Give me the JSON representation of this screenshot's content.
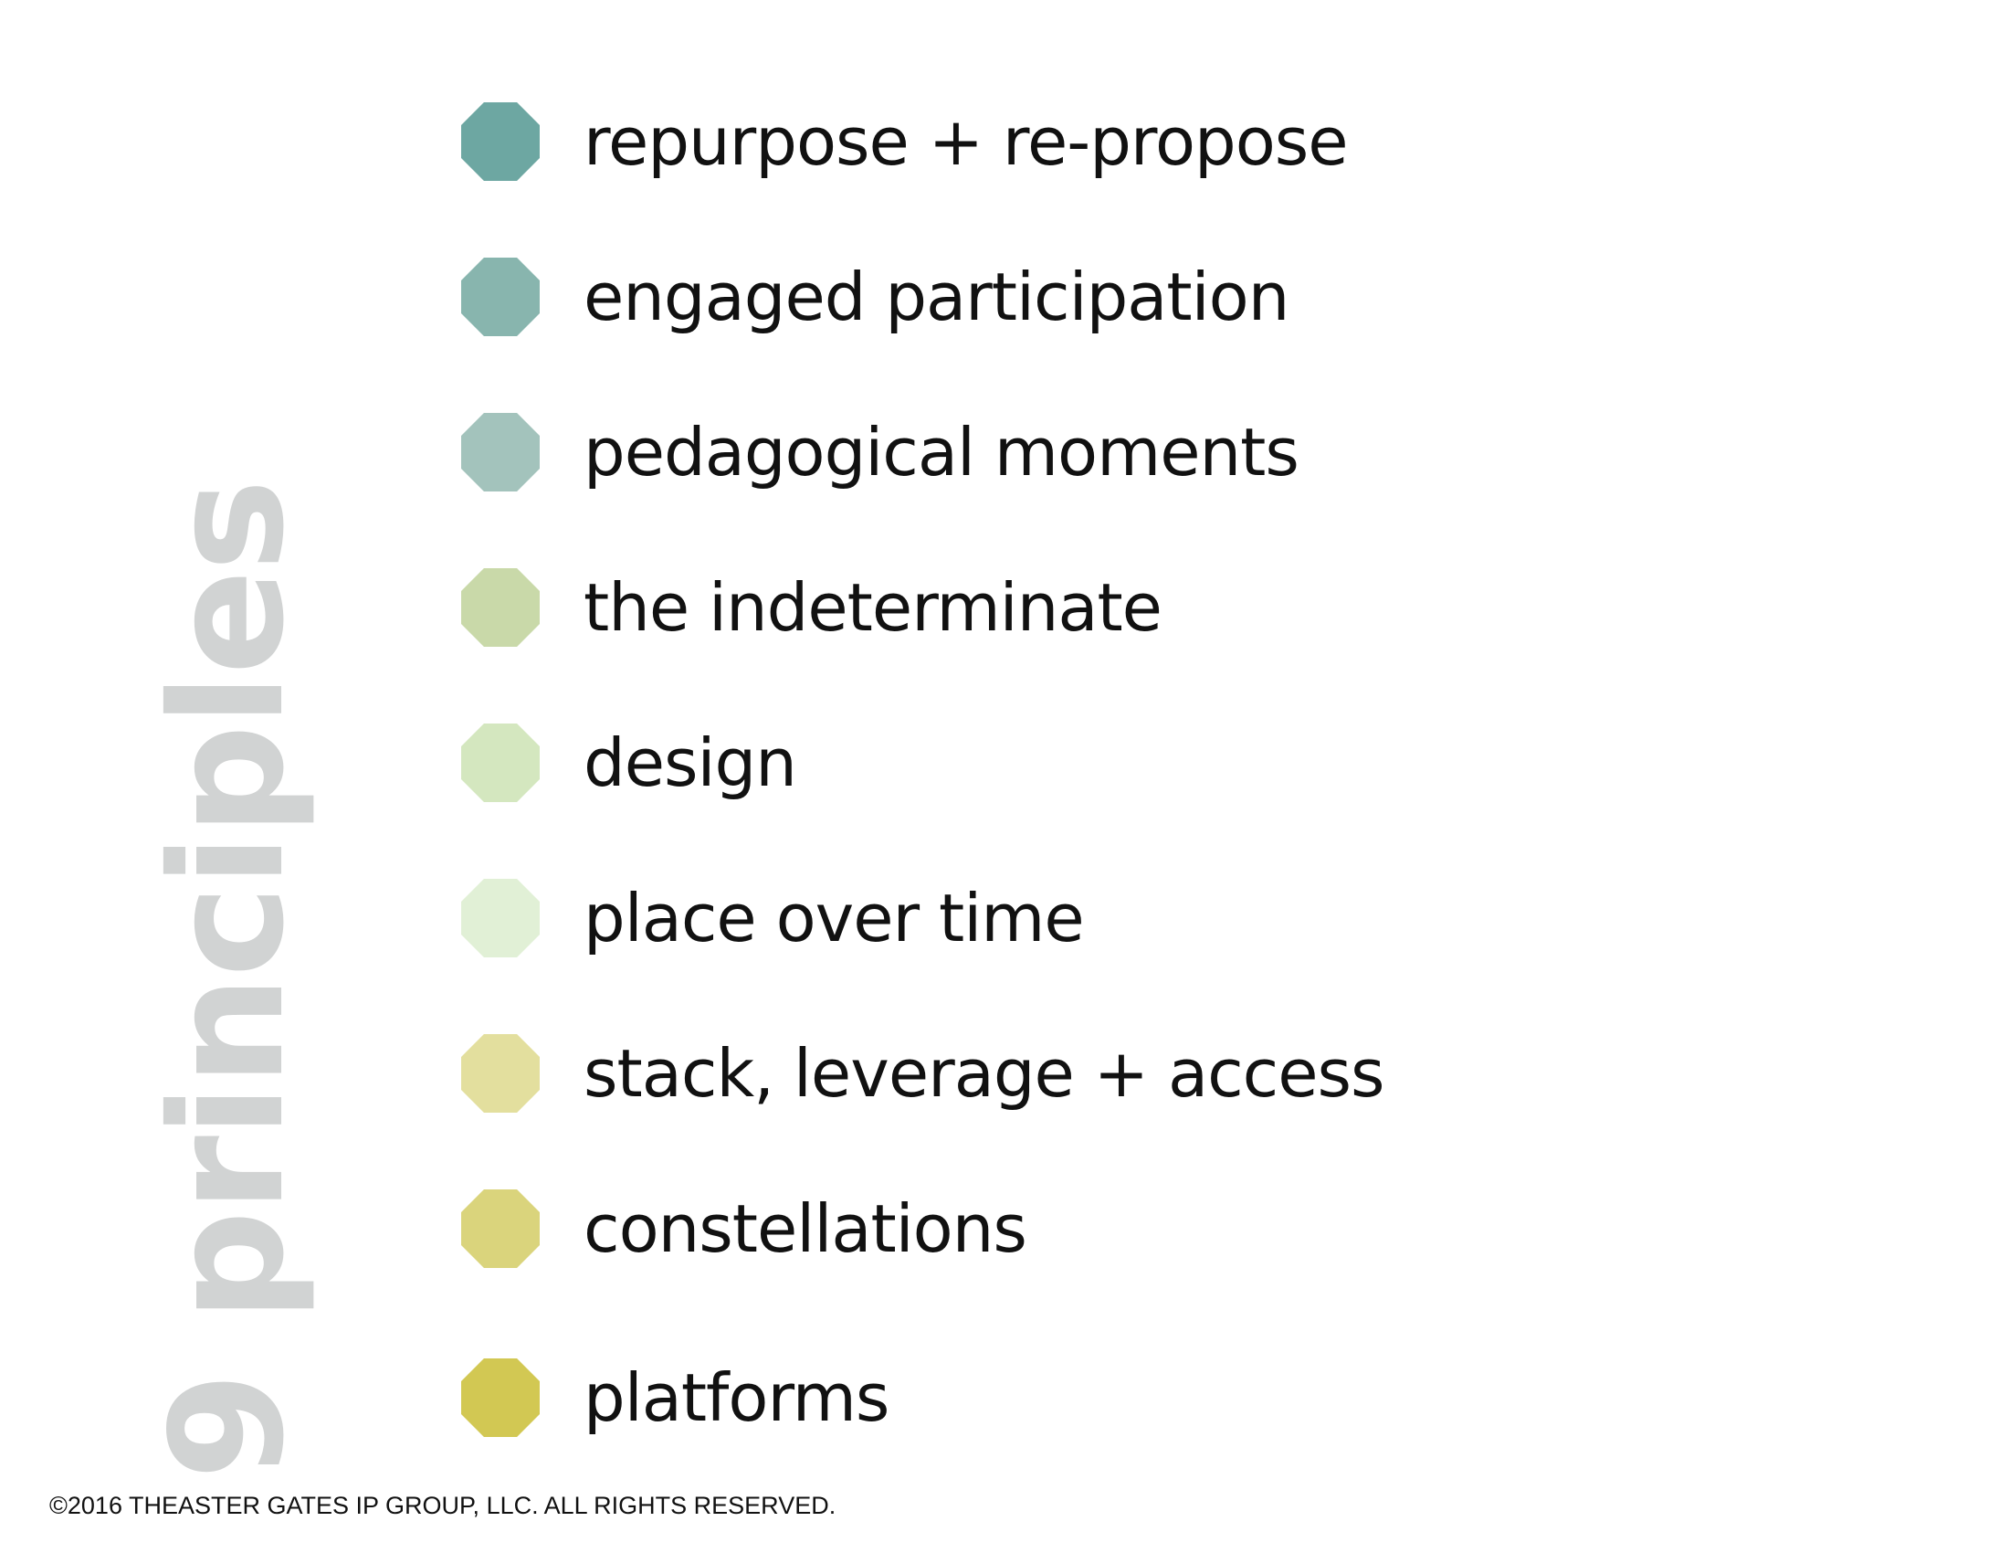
{
  "vertical_title": "9 principles",
  "principles": [
    {
      "label": "repurpose + re-propose",
      "color": "#6da7a2"
    },
    {
      "label": "engaged participation",
      "color": "#88b5ae"
    },
    {
      "label": "pedagogical moments",
      "color": "#a3c3bc"
    },
    {
      "label": "the indeterminate",
      "color": "#c9d9a9"
    },
    {
      "label": "design",
      "color": "#d4e7bf"
    },
    {
      "label": "place over time",
      "color": "#e1f0d6"
    },
    {
      "label": "stack, leverage + access",
      "color": "#e3df9e"
    },
    {
      "label": "constellations",
      "color": "#dad47c"
    },
    {
      "label": "platforms",
      "color": "#d2c853"
    }
  ],
  "copyright": "©2016 THEASTER GATES IP GROUP, LLC. ALL RIGHTS RESERVED."
}
